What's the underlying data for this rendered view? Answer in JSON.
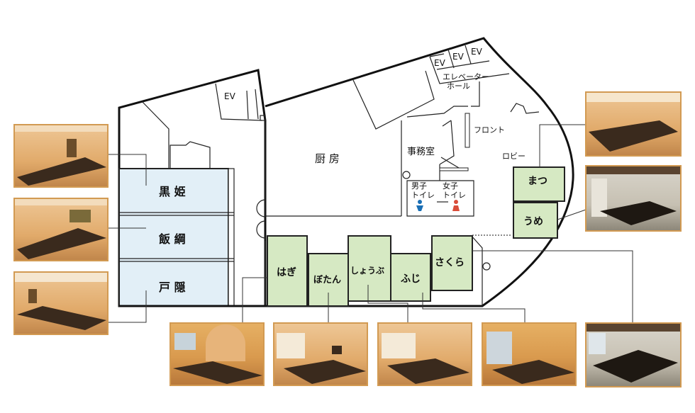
{
  "labels": {
    "ev": "EV",
    "elevator_hall_line1": "エレベーター",
    "elevator_hall_line2": "ホール",
    "kitchen": "厨 房",
    "front": "フロント",
    "lobby": "ロビー",
    "office": "事務室",
    "men_toilet_line1": "男子",
    "men_toilet_line2": "トイレ",
    "women_toilet_line1": "女子",
    "women_toilet_line2": "トイレ"
  },
  "rooms": {
    "kuro_hime": "黒 姫",
    "iizuna": "飯 綱",
    "togakushi": "戸 隠",
    "matsu": "まつ",
    "ume": "うめ",
    "hagi": "はぎ",
    "botan": "ぼたん",
    "shoubu": "しょうぶ",
    "fuji": "ふじ",
    "sakura": "さくら"
  },
  "colors": {
    "large_hall": "#e2eff7",
    "small_room": "#d6e9c3",
    "men_icon": "#1a6fb5",
    "women_icon": "#d94d3a",
    "photo_border": "#d29a52"
  }
}
